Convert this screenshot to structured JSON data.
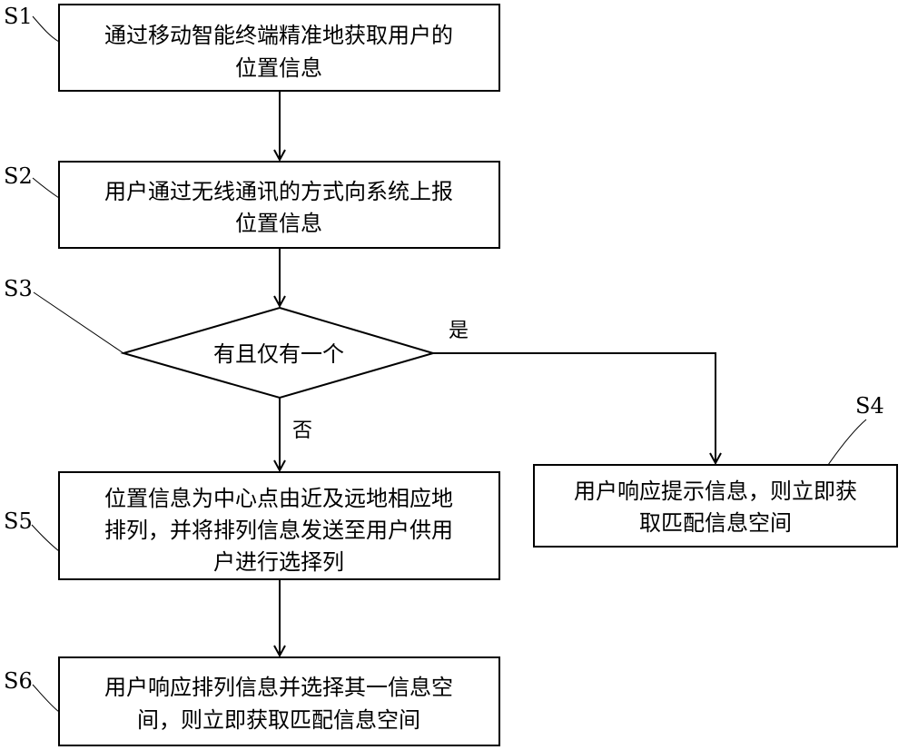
{
  "steps": {
    "s1": {
      "label": "S1",
      "lines": [
        "通过移动智能终端精准地获取用户的",
        "位置信息"
      ]
    },
    "s2": {
      "label": "S2",
      "lines": [
        "用户通过无线通讯的方式向系统上报",
        "位置信息"
      ]
    },
    "s3": {
      "label": "S3",
      "lines": [
        "有且仅有一个"
      ]
    },
    "s4": {
      "label": "S4",
      "lines": [
        "用户响应提示信息，则立即获",
        "取匹配信息空间"
      ]
    },
    "s5": {
      "label": "S5",
      "lines": [
        "位置信息为中心点由近及远地相应地",
        "排列，并将排列信息发送至用户供用",
        "户进行选择列"
      ]
    },
    "s6": {
      "label": "S6",
      "lines": [
        "用户响应排列信息并选择其一信息空",
        "间，则立即获取匹配信息空间"
      ]
    }
  },
  "edges": {
    "yes_label": "是",
    "no_label": "否"
  }
}
